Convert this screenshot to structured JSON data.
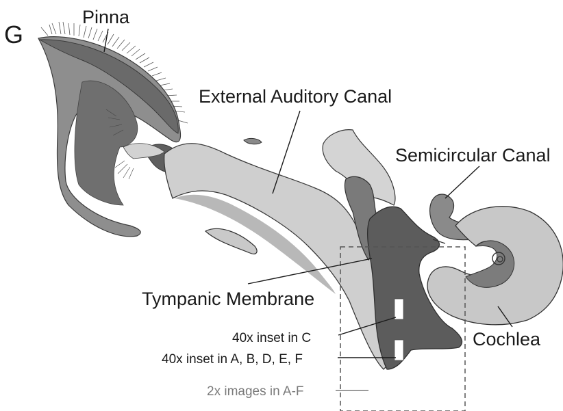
{
  "panel_letter": "G",
  "labels": {
    "pinna": "Pinna",
    "external_auditory_canal": "External Auditory Canal",
    "semicircular_canal": "Semicircular Canal",
    "tympanic_membrane": "Tympanic Membrane",
    "cochlea": "Cochlea",
    "inset_c": "40x inset in C",
    "inset_abdef": "40x inset in A, B, D, E, F",
    "images_2x": "2x images in A-F"
  },
  "colors": {
    "ink": "#1a1a1a",
    "grey_label": "#7a7a7a",
    "tissue_dark": "#5f5f5f",
    "tissue_mid": "#8a8a8a",
    "tissue_light": "#c4c4c4",
    "tissue_pale": "#d6d6d6"
  }
}
